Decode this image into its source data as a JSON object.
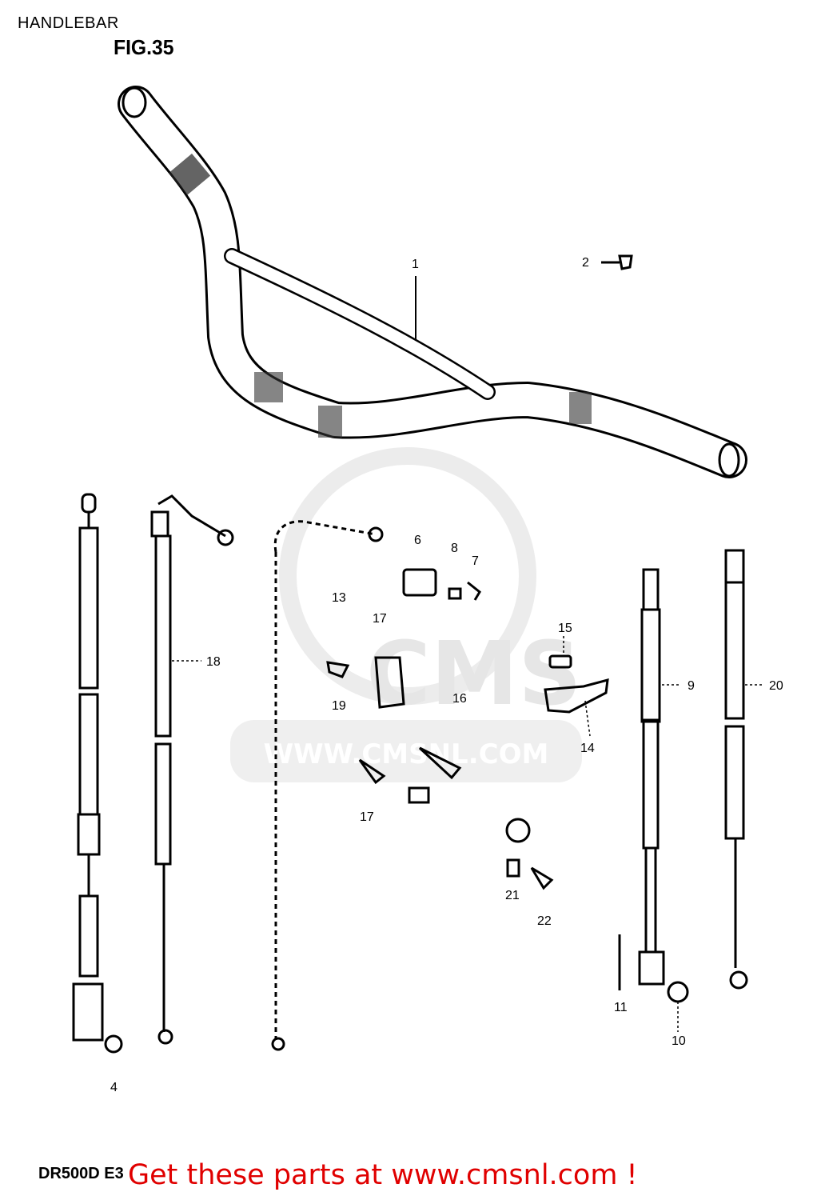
{
  "page": {
    "title": "HANDLEBAR",
    "figure": "FIG.35",
    "model": "DR500D E3",
    "promo": "Get these parts at www.cmsnl.com !"
  },
  "watermark": {
    "brand": "CMS",
    "url": "WWW.CMSNL.COM"
  },
  "callouts": [
    "1",
    "2",
    "13",
    "17",
    "6",
    "8",
    "7",
    "15",
    "19",
    "16",
    "9",
    "20",
    "14",
    "18",
    "17",
    "21",
    "22",
    "11",
    "10",
    "4"
  ],
  "colors": {
    "ink": "#000000",
    "promo": "#e00000",
    "watermark": "#e6e6e6"
  }
}
